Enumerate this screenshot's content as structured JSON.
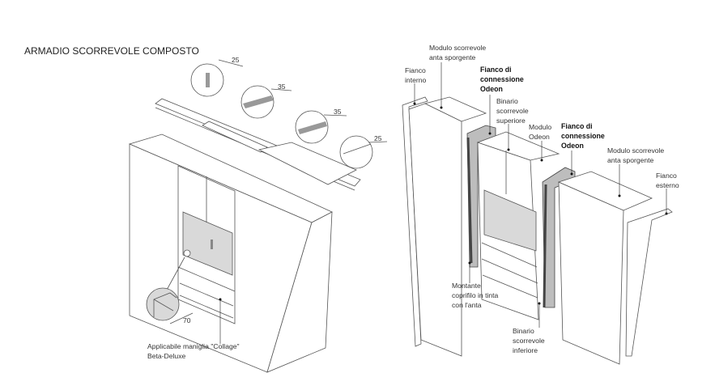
{
  "title": "ARMADIO SCORREVOLE COMPOSTO",
  "dimensions": [
    "25",
    "35",
    "35",
    "25",
    "70"
  ],
  "left_labels": {
    "handle": [
      "Applicabile maniglia \"Collage\"",
      "Beta-Deluxe"
    ]
  },
  "right_labels": {
    "modulo_scorrevole_1": [
      "Modulo scorrevole",
      "anta sporgente"
    ],
    "fianco_interno": [
      "Fianco",
      "interno"
    ],
    "fianco_connessione_1": [
      "Fianco di",
      "connessione",
      "Odeon"
    ],
    "binario_superiore": [
      "Binario",
      "scorrevole",
      "superiore"
    ],
    "modulo_odeon": [
      "Modulo",
      "Odeon"
    ],
    "fianco_connessione_2": [
      "Fianco di",
      "connessione",
      "Odeon"
    ],
    "modulo_scorrevole_2": [
      "Modulo scorrevole",
      "anta sporgente"
    ],
    "fianco_esterno": [
      "Fianco",
      "esterno"
    ],
    "montante": [
      "Montante",
      "coprifilo in tinta",
      "con l'anta"
    ],
    "binario_inferiore": [
      "Binario",
      "scorrevole",
      "inferiore"
    ]
  }
}
